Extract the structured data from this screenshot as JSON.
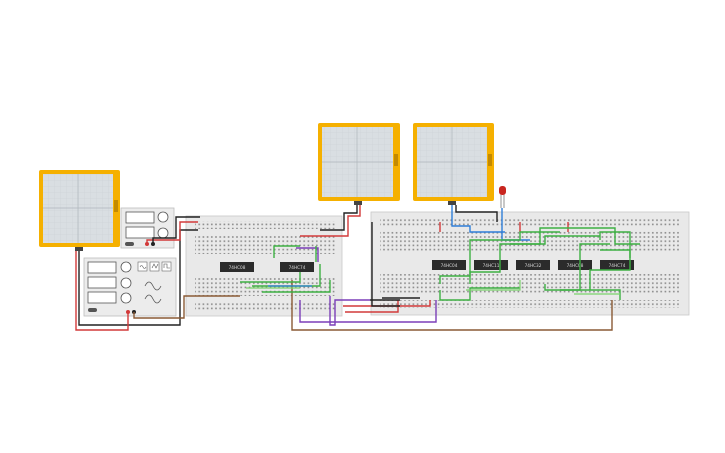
{
  "canvas": {
    "background": "#ffffff"
  },
  "colors": {
    "scope_frame": "#f5b000",
    "scope_screen": "#d9dee2",
    "breadboard": "#e9e9e9",
    "chip": "#2b2b2b",
    "wire_red": "#d23a3a",
    "wire_black": "#222222",
    "wire_green": "#3db043",
    "wire_purple": "#7b3fb8",
    "wire_brown": "#8a5a35",
    "wire_blue": "#2f7ed8",
    "wire_lightgreen": "#7ad36b",
    "led_red": "#c8261f"
  },
  "oscilloscopes": [
    {
      "id": "scope-1"
    },
    {
      "id": "scope-2"
    },
    {
      "id": "scope-3"
    }
  ],
  "power_supply": {
    "id": "power-supply"
  },
  "function_generator": {
    "id": "function-generator"
  },
  "breadboards": [
    {
      "id": "breadboard-small"
    },
    {
      "id": "breadboard-large"
    }
  ],
  "chips": [
    {
      "id": "chip-1",
      "label": "74HC08"
    },
    {
      "id": "chip-2",
      "label": "74HC74"
    },
    {
      "id": "chip-3",
      "label": "74HC04"
    },
    {
      "id": "chip-4",
      "label": "74HC11"
    },
    {
      "id": "chip-5",
      "label": "74HC32"
    },
    {
      "id": "chip-6",
      "label": "74HC08"
    },
    {
      "id": "chip-7",
      "label": "74HC74"
    }
  ],
  "led": {
    "id": "led",
    "color": "red"
  }
}
